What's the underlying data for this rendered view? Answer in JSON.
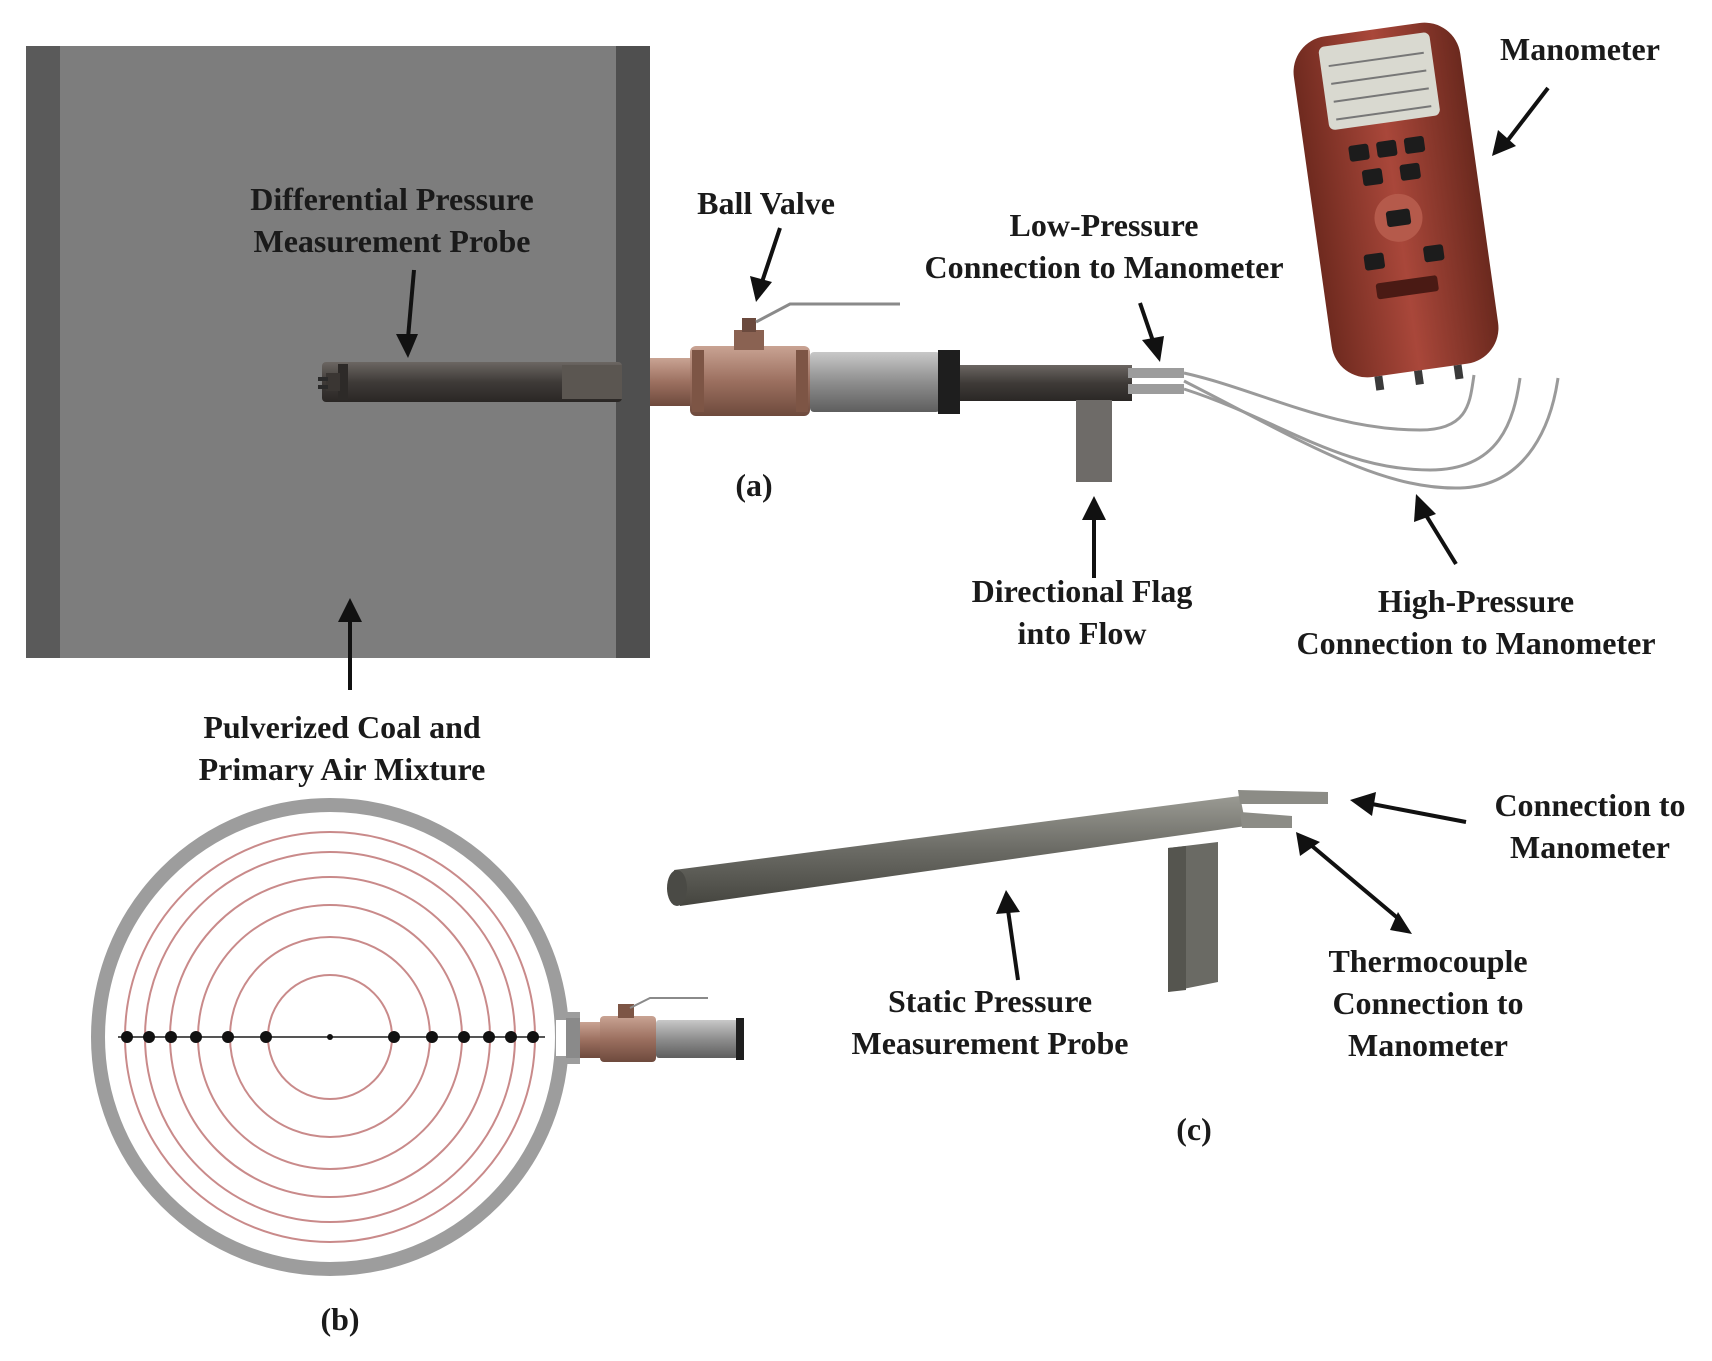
{
  "labels": {
    "dp_probe": [
      "Differential Pressure",
      "Measurement Probe"
    ],
    "ball_valve": [
      "Ball Valve"
    ],
    "low_pressure": [
      "Low-Pressure",
      "Connection to Manometer"
    ],
    "manometer": [
      "Manometer"
    ],
    "directional_flag": [
      "Directional Flag",
      "into Flow"
    ],
    "high_pressure": [
      "High-Pressure",
      "Connection to Manometer"
    ],
    "coal_air": [
      "Pulverized Coal and",
      "Primary Air Mixture"
    ],
    "connection_to_manometer": [
      "Connection to",
      "Manometer"
    ],
    "thermocouple": [
      "Thermocouple",
      "Connection to",
      "Manometer"
    ],
    "static_probe": [
      "Static Pressure",
      "Measurement Probe"
    ]
  },
  "panels": {
    "a": "(a)",
    "b": "(b)",
    "c": "(c)"
  },
  "colors": {
    "duct_fill": "#7c7c7c",
    "duct_wall": "#555555",
    "probe_body": "#4e4a47",
    "valve_bronze": "#a47c6c",
    "manometer_red": "#8b3a2c",
    "circle_lines": "#c98a8a",
    "traverse_points": "#111111"
  },
  "icons": {
    "manometer": "handheld-manometer-device",
    "valve": "ball-valve"
  }
}
